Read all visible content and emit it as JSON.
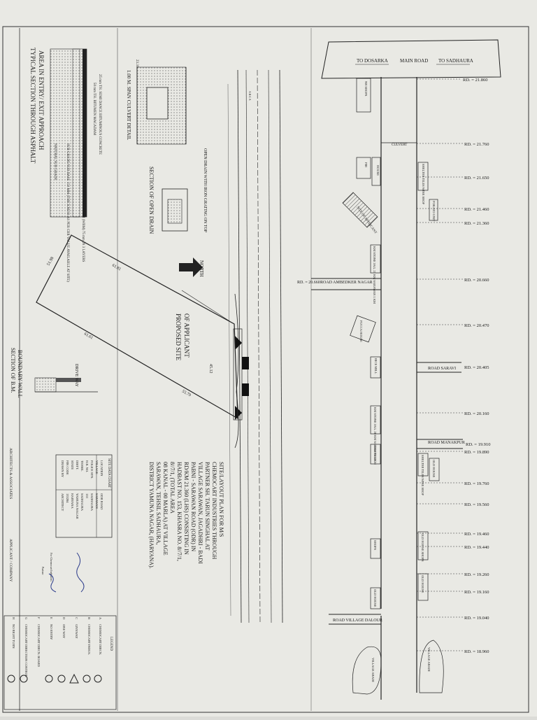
{
  "road_labels": {
    "to_dosarka": "TO DOSARKA",
    "main_road": "MAIN ROAD",
    "to_sadhaura": "TO SADHAURA",
    "road_ambedker": "ROAD AMBEDKER NAGAR",
    "road_saravi": "ROAD SARAVI",
    "road_manakpur": "ROAD MANAKPUR",
    "road_dalour": "ROAD VILLAGE DALOUR",
    "culvert": "CULVERT"
  },
  "chainage_right": [
    "RD. = 21.860",
    "RD. = 21.760",
    "RD. = 21.650",
    "RD. = 21.460",
    "RD. = 21.360",
    "RD. = 20.660",
    "RD. = 20.470",
    "RD. = 20.405",
    "RD. = 20.160",
    "RD. = 19.910",
    "RD. = 19.890",
    "RD. = 19.760",
    "RD. = 19.560",
    "RD. = 19.460",
    "RD. = 19.440",
    "RD. = 19.260",
    "RD. = 19.160",
    "RD. = 19.040",
    "RD. = 18.960"
  ],
  "chainage_left": "RD. = 20.660",
  "buildings": {
    "nr_shops": "NR SHOPS",
    "pir": "PIR",
    "house": "HOUSE",
    "shelter_tiles": "SHELTER TILES WINE SHOP",
    "pokato_unit": "POKATO UNIT",
    "site_applicant": "SITE OF APPLICANT",
    "km_stone_1": "KM STONE JAG. 21 KM SARAWAN 1 KM",
    "pucca_house": "PUCCA HOUSE",
    "rice_mill": "RICE MILL",
    "km_stone_2": "KM STONE JAG. 20 KM SARAWAN 2 KM",
    "dhs_tube": "DHS TUBE",
    "shelter_wine_shop": "SHELTER TILES WINE SHOP",
    "old_house": "OLD HOUSE",
    "old_house_shops": "OLD HOUSE SHOPS",
    "shops": "SHOPS",
    "old_house_2": "OLD HOUSE",
    "old_house_3": "OLD HOUSE",
    "village_abadi_1": "VILLAGE ABADI",
    "village_abadi_2": "VILLAGE ABADI"
  },
  "details": {
    "culvert_title": "1.00 M. SPAN CULVERT DETAIL",
    "open_drain": "OPEN DRAIN WITH IRON GRATING ON TOP",
    "section_open_drain": "SECTION OF OPEN DRAIN",
    "asphalt_title_1": "TYPICAL SECTION THROUGH ASPHALT",
    "asphalt_title_2": "AREA IN ENTRY/ EXIT APPROACH",
    "layer_1": "25 mm TH. SEMI DANCE BITUMINOUS CONCRETE",
    "layer_2": "50 mm TH. BITUMEN MACADAM",
    "layer_3": "MINIMUM 225 TH. WATER BOUND MACADAM (WBM) 75 mm IN 3 LAYERS",
    "layer_4": "SUB GRADE/SUB BASE 150 MM (THICKNESS AS PER CBR VALUE AVAILABLE AT SITE)",
    "layer_5": "NATURAL SUB GRADE",
    "north": "NORTH",
    "proposed_site_1": "PROPOSED SITE",
    "proposed_site_2": "OF APPLICANT",
    "drive_way": "DRIVE WAY",
    "boundary_1": "SECTION OF B.M.",
    "boundary_2": "BOUNDARY WALL",
    "dim_1": "51.98",
    "dim_2": "61.81",
    "dim_3": "61.61",
    "dim_4": "55.79",
    "dim_5": "45.12",
    "dim_6": "23.30"
  },
  "title_block": [
    "SITE/LAYOUT PLAN FOR M/S",
    "CHEMOCART INDUSTRIES THROUGH",
    "PARTNER SH. TARUN SINGHAL AT",
    "VILLAGE SARAWAN, JAGADHRI - BADI",
    "PABNI - SARAWAN ROAD (ODR) IN",
    "RD/KM 21.360 (LHS) CONSISTING IN",
    "HADBAST NO. 153, KHASRA NO. 8//7/1,",
    "8//7/1, (TOTAL AREA",
    "08 KANAL - 00 MARLA) AT VILLAGE",
    "SARAWAN, TEHSIL SADHAURA,",
    "DISTRICT YAMUNA NAGAR, (HARYANA)."
  ],
  "site_chart": {
    "title": "SITE DATA CHART",
    "rows": [
      [
        "LOCATION",
        "ODR ROAD"
      ],
      [
        "VILLAGE",
        "SARAWAN"
      ],
      [
        "POLICE STN.",
        "SADHAURA"
      ],
      [
        "H.B. NO.",
        "153"
      ],
      [
        "TEHSIL",
        "SADHAURA"
      ],
      [
        "DISTT.",
        "YAMUNA NAGAR"
      ],
      [
        "STATE",
        "HARYANA"
      ],
      [
        "PIN CODE",
        "133204"
      ],
      [
        "DRAWN BY",
        "ARCHITECT"
      ]
    ]
  },
  "footer": {
    "architects": "ARCHITECTS & ASSOCIATES",
    "applicant": "APPLICANT / COMPANY",
    "firm": "For Chemocart Industries",
    "partner": "Partner"
  },
  "legend": {
    "title": "LEGEND",
    "items": [
      [
        "A",
        "CHEMOCART DIRCN."
      ],
      [
        "B",
        "CHEMOCART INDUS."
      ],
      [
        "C",
        "GIVEWAY"
      ],
      [
        "D",
        "ONE WAY"
      ],
      [
        "E",
        "NO ENTRY"
      ],
      [
        "F",
        "CHEMOCART DIRCN. BOARD"
      ],
      [
        "G",
        "CHEMOCART DIRECTION CONTROL"
      ],
      [
        "H",
        "NO RIGHT TURN"
      ]
    ]
  }
}
